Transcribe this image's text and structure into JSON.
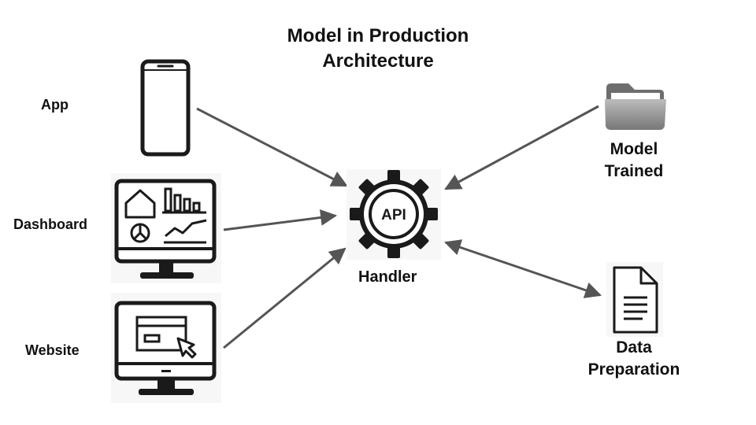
{
  "title": {
    "line1": "Model in Production",
    "line2": "Architecture"
  },
  "nodes": {
    "app": {
      "label": "App",
      "icon": "smartphone-icon"
    },
    "dashboard": {
      "label": "Dashboard",
      "icon": "dashboard-monitor-icon"
    },
    "website": {
      "label": "Website",
      "icon": "website-monitor-icon"
    },
    "handler": {
      "label": "Handler",
      "icon": "api-gear-icon",
      "icon_text": "API"
    },
    "model": {
      "line1": "Model",
      "line2": "Trained",
      "icon": "folder-icon"
    },
    "data": {
      "line1": "Data",
      "line2": "Preparation",
      "icon": "document-icon"
    }
  },
  "edges": [
    {
      "from": "app",
      "to": "handler",
      "direction": "one-way"
    },
    {
      "from": "dashboard",
      "to": "handler",
      "direction": "one-way"
    },
    {
      "from": "website",
      "to": "handler",
      "direction": "one-way"
    },
    {
      "from": "model",
      "to": "handler",
      "direction": "one-way"
    },
    {
      "from": "data",
      "to": "handler",
      "direction": "two-way"
    }
  ],
  "colors": {
    "arrow": "#555555",
    "icon": "#1a1a1a",
    "folder": "#8a8a8a"
  }
}
